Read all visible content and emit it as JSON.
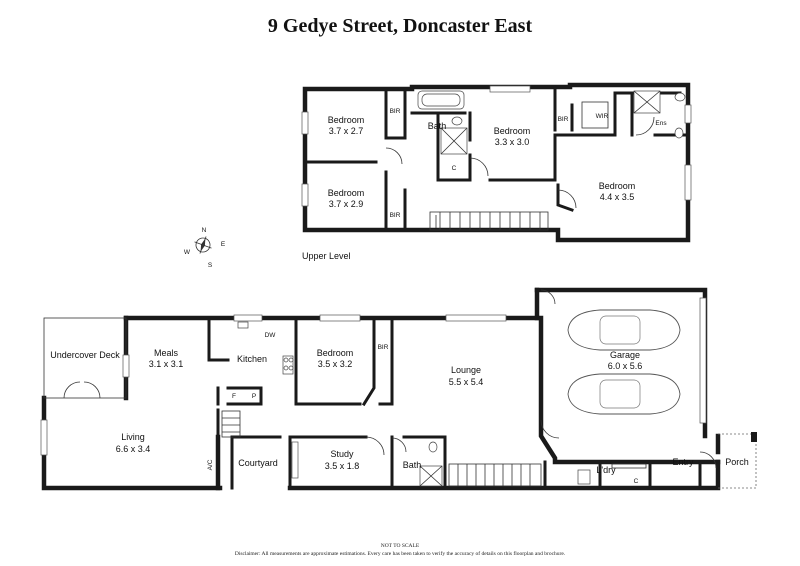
{
  "title": "9 Gedye Street, Doncaster East",
  "upper": {
    "level_label": "Upper Level",
    "rooms": [
      {
        "name": "Bedroom",
        "size": "3.7 x 2.7"
      },
      {
        "name": "Bedroom",
        "size": "3.7 x 2.9"
      },
      {
        "name": "Bedroom",
        "size": "3.3 x 3.0"
      },
      {
        "name": "Bedroom",
        "size": "4.4 x 3.5"
      }
    ],
    "labels": {
      "bath": "Bath",
      "wir": "WIR",
      "ens": "Ens",
      "bir": "BIR",
      "c": "C"
    }
  },
  "ground": {
    "rooms": [
      {
        "name": "Meals",
        "size": "3.1 x 3.1"
      },
      {
        "name": "Bedroom",
        "size": "3.5 x 3.2"
      },
      {
        "name": "Lounge",
        "size": "5.5 x 5.4"
      },
      {
        "name": "Garage",
        "size": "6.0 x 5.6"
      },
      {
        "name": "Living",
        "size": "6.6 x 3.4"
      },
      {
        "name": "Study",
        "size": "3.5 x 1.8"
      }
    ],
    "labels": {
      "undercover_deck": "Undercover Deck",
      "kitchen": "Kitchen",
      "dw": "DW",
      "f": "F",
      "p": "P",
      "bir": "BIR",
      "courtyard": "Courtyard",
      "ac": "A/C",
      "bath": "Bath",
      "ldry": "L'dry",
      "c": "C",
      "entry": "Entry",
      "porch": "Porch"
    }
  },
  "compass": {
    "n": "N",
    "e": "E",
    "s": "S",
    "w": "W"
  },
  "footer": {
    "not_to_scale": "NOT TO SCALE",
    "disclaimer": "Disclaimer: All measurements are approximate estimations. Every care has been taken to verify the accuracy of details on this floorplan and brochure."
  }
}
